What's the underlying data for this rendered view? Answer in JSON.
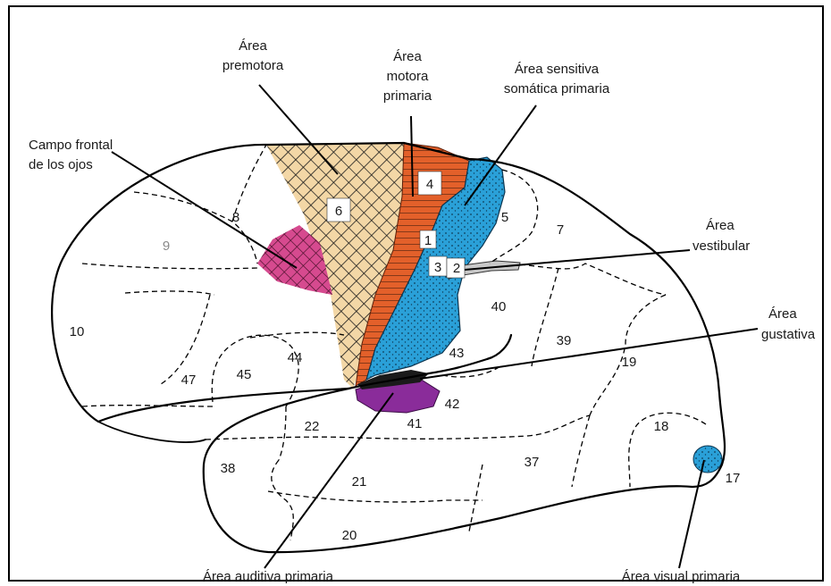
{
  "labels": {
    "premotora_line1": "Área",
    "premotora_line2": "premotora",
    "motora_line1": "Área",
    "motora_line2": "motora",
    "motora_line3": "primaria",
    "sensitiva_line1": "Área sensitiva",
    "sensitiva_line2": "somática primaria",
    "frontal_line1": "Campo frontal",
    "frontal_line2": "de los ojos",
    "vestibular_line1": "Área",
    "vestibular_line2": "vestibular",
    "gustativa_line1": "Área",
    "gustativa_line2": "gustativa",
    "auditiva": "Área auditiva primaria",
    "visual": "Área visual primaria"
  },
  "areas": {
    "a1": "1",
    "a2": "2",
    "a3": "3",
    "a4": "4",
    "a5": "5",
    "a6": "6",
    "a7": "7",
    "a8": "8",
    "a9": "9",
    "a10": "10",
    "a17": "17",
    "a18": "18",
    "a19": "19",
    "a20": "20",
    "a21": "21",
    "a22": "22",
    "a37": "37",
    "a38": "38",
    "a39": "39",
    "a40": "40",
    "a41": "41",
    "a42": "42",
    "a43": "43",
    "a44": "44",
    "a45": "45",
    "a47": "47"
  },
  "colors": {
    "premotor": "#f3d7a6",
    "motor": "#e3602a",
    "sensory": "#2aa0d8",
    "frontal_eye": "#d64a8f",
    "auditory": "#8a2c9a",
    "visual": "#2aa0d8"
  }
}
